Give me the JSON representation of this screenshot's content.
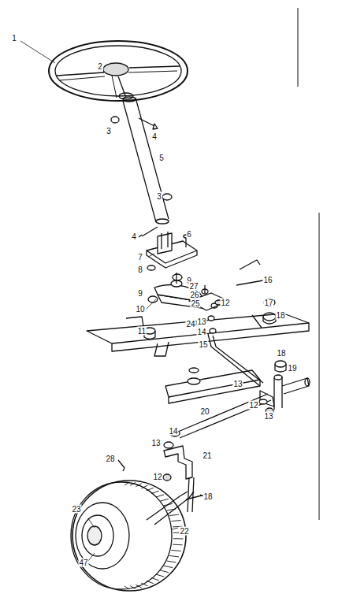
{
  "diagram": {
    "labels": [
      "1",
      "2",
      "3",
      "4",
      "5",
      "3",
      "4",
      "6",
      "7",
      "8",
      "9",
      "27",
      "26",
      "16",
      "9",
      "25",
      "12",
      "17",
      "10",
      "18",
      "24",
      "13",
      "11",
      "14",
      "15",
      "18",
      "19",
      "13",
      "12",
      "20",
      "13",
      "14",
      "13",
      "21",
      "28",
      "12",
      "18",
      "23",
      "22",
      "47"
    ]
  }
}
